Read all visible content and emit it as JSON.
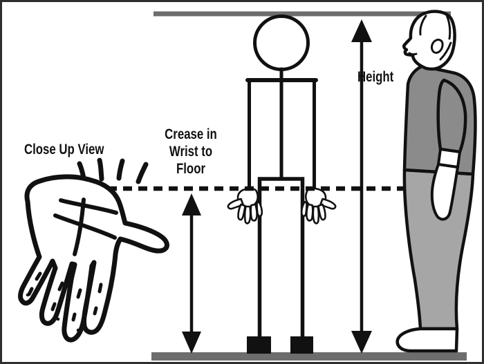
{
  "diagram": {
    "labels": {
      "close_up_view": "Close Up View",
      "crease_lines": [
        "Crease in",
        "Wrist to",
        "Floor"
      ],
      "height": "Height"
    },
    "colors": {
      "ink": "#111111",
      "bar": "#6d6d6d",
      "shirt": "#8b8b8b",
      "pants": "#a6a6a6",
      "bg": "#ffffff",
      "frame": "#2e2e2e"
    },
    "figures": {
      "ceiling_bar": "ceiling-reference-bar",
      "floor_bar": "floor-reference-bar",
      "stick_figure": "front-view-stick-figure",
      "person": "side-view-standing-person",
      "close_up_hand": "close-up-palm-drawing",
      "height_arrow": "height-measure-arrow",
      "wrist_floor_arrow": "wrist-to-floor-measure-arrow",
      "wrist_line": "wrist-crease-dashed-line"
    }
  }
}
